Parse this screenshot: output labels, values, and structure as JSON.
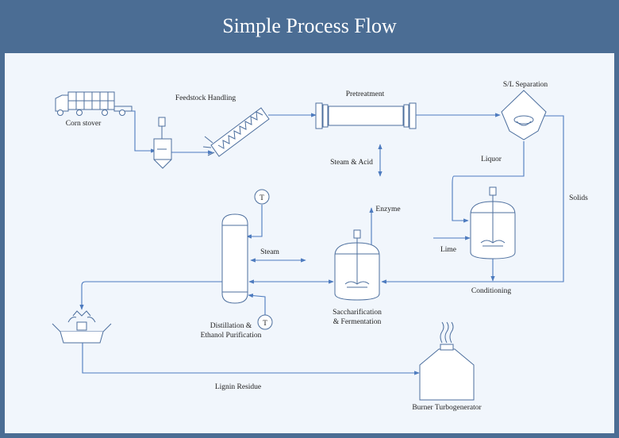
{
  "title": "Simple Process Flow",
  "labels": {
    "corn_stover": "Corn stover",
    "feedstock_handling": "Feedstock Handling",
    "pretreatment": "Pretreatment",
    "sl_separation": "S/L Separation",
    "steam_acid": "Steam & Acid",
    "liquor": "Liquor",
    "solids": "Solids",
    "enzyme": "Enzyme",
    "steam": "Steam",
    "lime": "Lime",
    "conditioning": "Conditioning",
    "saccharification_1": "Saccharification",
    "saccharification_2": "& Fermentation",
    "distillation_1": "Distillation &",
    "distillation_2": "Ethanol Purification",
    "lignin_residue": "Lignin Residue",
    "burner": "Burner Turbogenerator",
    "temp_top": "T",
    "temp_bottom": "T"
  },
  "colors": {
    "header_bg": "#4b6d94",
    "canvas_bg": "#f1f6fc",
    "flow_line": "#4d7bbf",
    "equipment_stroke": "#4d6f9e"
  },
  "icons": [
    "truck-icon",
    "mixer-hopper-icon",
    "screw-conveyor-icon",
    "pretreatment-reactor-icon",
    "separator-icon",
    "conditioning-tank-icon",
    "fermenter-tank-icon",
    "distillation-column-icon",
    "temperature-sensor-icon",
    "lignin-basin-icon",
    "burner-turbogenerator-icon"
  ]
}
